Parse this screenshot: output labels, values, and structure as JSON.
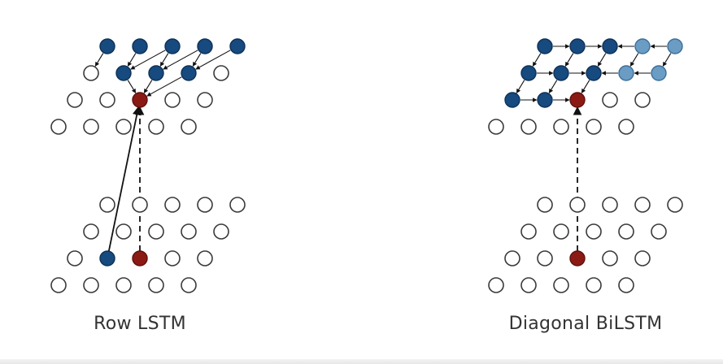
{
  "panels": [
    {
      "id": "row-lstm",
      "caption": "Row LSTM"
    },
    {
      "id": "diagonal-bilstm",
      "caption": "Diagonal BiLSTM"
    }
  ],
  "colors": {
    "node_empty_fill": "#ffffff",
    "node_empty_stroke": "#3a3a3a",
    "node_context": "#174a7e",
    "node_context_stroke": "#0e3158",
    "node_light": "#6a9cc4",
    "node_light_stroke": "#3d6f99",
    "node_current": "#8b1a15",
    "node_current_stroke": "#5e100c",
    "arrow": "#111111"
  }
}
